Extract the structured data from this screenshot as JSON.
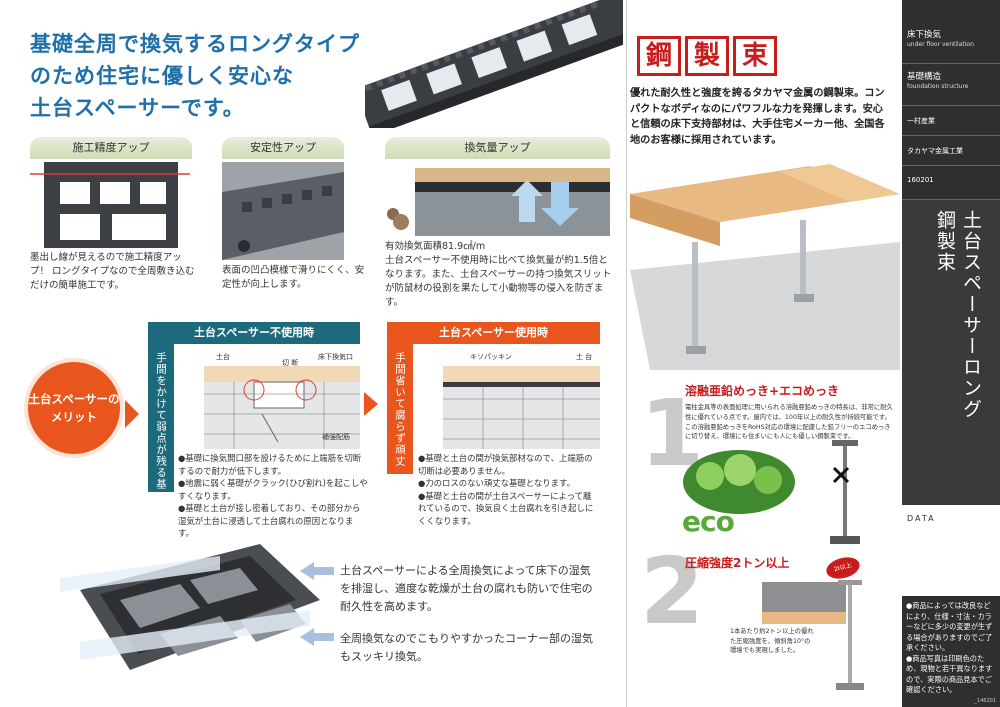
{
  "headline": [
    "基礎全周で換気するロングタイプ",
    "のため住宅に優しく安心な",
    "土台スペーサーです。"
  ],
  "features": [
    {
      "tab": "施工精度アップ",
      "caption": "墨出し線が見えるので施工精度アップ！ ロングタイプなので全周敷き込むだけの簡単施工です。"
    },
    {
      "tab": "安定性アップ",
      "caption": "表面の凹凸模様で滑りにくく、安定性が向上します。"
    },
    {
      "tab": "換気量アップ",
      "caption": "有効換気面積81.9㎠/m\n土台スペーサー不使用時に比べて換気量が約1.5倍となります。また、土台スペーサーの持つ換気スリットが防鼠材の役割を果たして小動物等の侵入を防ぎます。"
    }
  ],
  "merit_circle": "土台スペーサーのメリット",
  "without": {
    "header": "土台スペーサー不使用時",
    "band": "手間をかけて弱点が残る基礎",
    "labels": {
      "dodai": "土台",
      "kiri": "切 断",
      "vent": "床下換気口",
      "rebar": "補強配筋"
    },
    "bullets": [
      "●基礎に換気開口部を設けるために上端筋を切断するので耐力が低下します。",
      "●地震に弱く基礎がクラック(ひび割れ)を起こしやすくなります。",
      "●基礎と土台が接し密着しており、その部分から湿気が土台に浸透して土台腐れの原因となります。"
    ]
  },
  "with": {
    "header": "土台スペーサー使用時",
    "band": "手間省いて腐らず頑丈",
    "labels": {
      "packing": "キソパッキン",
      "dodai": "土 台"
    },
    "bullets": [
      "●基礎と土台の間が換気部材なので、上端筋の切断は必要ありません。",
      "●力のロスのない頑丈な基礎となります。",
      "●基礎と土台の間が土台スペーサーによって離れているので、換気良く土台腐れを引き起しにくくなります。"
    ]
  },
  "bottom": [
    "土台スペーサーによる全周換気によって床下の湿気を排湿し、適度な乾燥が土台の腐れも防いで住宅の耐久性を高めます。",
    "全周換気なのでこもりやすかったコーナー部の湿気もスッキリ換気。"
  ],
  "steel": {
    "title": [
      "鋼",
      "製",
      "束"
    ],
    "intro": "優れた耐久性と強度を誇るタカヤマ金属の鋼製束。コンパクトなボディなのにパワフルな力を発揮します。安心と信頼の床下支持部材は、大手住宅メーカー他、全国各地のお客様に採用されています。",
    "sec1_num": "1",
    "sec1_title": "溶融亜鉛めっき+エコめっき",
    "sec1_body": "電柱金具等の表面処理に用いられる溶融亜鉛めっきの特長は、非常に耐久性に優れている点です。屋内では、100年以上の耐久性が持続可能です。この溶融亜鉛めっきをRoHS対応の環境に配慮した鉛フリーのエコめっきに切り替え、環境にも住まいにも人にも優しい鋼製束です。",
    "eco": "eco",
    "sec2_num": "2",
    "sec2_title": "圧縮強度2トン以上",
    "sec2_badge": "2t以上",
    "sec2_note": "1本あたり約2トン以上の優れた圧縮強度を、傾斜角10°の環境でも実現しました。"
  },
  "sidebar": {
    "rows": [
      {
        "jp": "床下換気",
        "en": "under floor ventilation"
      },
      {
        "jp": "基礎構造",
        "en": "foundation structure"
      },
      {
        "jp": "一村産業",
        "en": ""
      },
      {
        "jp": "タカヤマ金属工業",
        "en": ""
      },
      {
        "jp": "160201",
        "en": ""
      }
    ],
    "vertical_title": "土台スペーサーロング\n鋼製束",
    "vt1": "土台スペーサーロング",
    "vt2": "鋼製束",
    "data_label": "DATA",
    "note": "●商品によっては改良などにより、仕様・寸法・カラーなどに多少の変更が生ずる場合がありますのでご了承ください。\n●商品写真は印刷色のため、現物と若干異なりますので、実際の商品見本でご確認ください。",
    "footer": "_146201"
  },
  "colors": {
    "blue": "#1f6fa8",
    "teal": "#1e6a7d",
    "orange": "#e8561e",
    "red": "#c71d1d",
    "green": "#5ba93b"
  }
}
